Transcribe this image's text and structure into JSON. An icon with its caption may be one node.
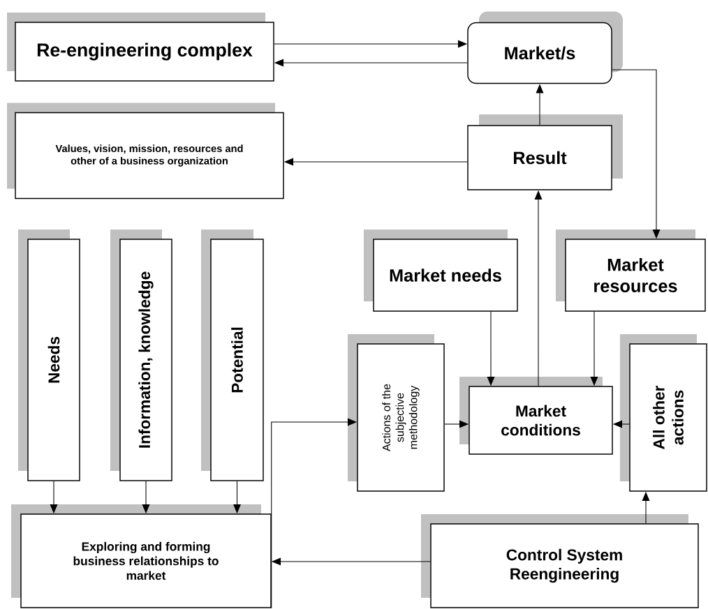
{
  "diagram": {
    "nodes": [
      {
        "text": [
          "Re-engineering complex"
        ]
      },
      {
        "text": [
          "Market/s"
        ]
      },
      {
        "text": [
          "Values, vision, mission, resources and other of a business organization"
        ]
      },
      {
        "text": [
          "Result"
        ]
      },
      {
        "text": [
          "Needs"
        ]
      },
      {
        "text": [
          "Information, knowledge"
        ]
      },
      {
        "text": [
          "Potential"
        ]
      },
      {
        "text": [
          "Market needs"
        ]
      },
      {
        "text": [
          "Market resources"
        ]
      },
      {
        "text": [
          "Actions of the subjective methodology"
        ]
      },
      {
        "text": [
          "Market conditions"
        ]
      },
      {
        "text": [
          "All other actions"
        ]
      },
      {
        "text": [
          "Exploring and forming business relationships to market"
        ]
      },
      {
        "text": [
          "Control System Reengineering"
        ]
      }
    ],
    "edges": [
      {
        "from": 0,
        "to": 1,
        "arrow": "to"
      },
      {
        "from": 1,
        "to": 0,
        "arrow": "to"
      },
      {
        "from": 3,
        "to": 1,
        "arrow": "to"
      },
      {
        "from": 3,
        "to": 2,
        "arrow": "to"
      },
      {
        "from": 1,
        "to": 8,
        "arrow": "to"
      },
      {
        "from": 10,
        "to": 3,
        "arrow": "to"
      },
      {
        "from": 7,
        "to": 10,
        "arrow": "to"
      },
      {
        "from": 8,
        "to": 10,
        "arrow": "to"
      },
      {
        "from": 9,
        "to": 10,
        "arrow": "to"
      },
      {
        "from": 11,
        "to": 10,
        "arrow": "to"
      },
      {
        "from": 13,
        "to": 11,
        "arrow": "to"
      },
      {
        "from": 13,
        "to": 12,
        "arrow": "to"
      },
      {
        "from": 4,
        "to": 12,
        "arrow": "to"
      },
      {
        "from": 5,
        "to": 12,
        "arrow": "to"
      },
      {
        "from": 6,
        "to": 12,
        "arrow": "to"
      },
      {
        "from": 12,
        "to": 9,
        "arrow": "to"
      }
    ]
  }
}
